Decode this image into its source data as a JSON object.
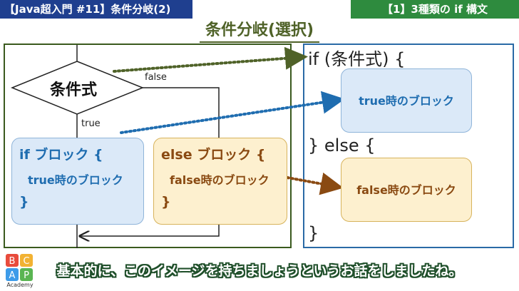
{
  "header": {
    "left_title": "【Java超入門 #11】条件分岐(2)",
    "right_title": "【1】3種類の if 構文"
  },
  "main": {
    "title": "条件分岐(選択)",
    "flowchart": {
      "decision": "条件式",
      "false_label": "false",
      "true_label": "true",
      "if_block": {
        "line1": "if ブロック {",
        "line2": "true時のブロック",
        "line3": "}"
      },
      "else_block": {
        "line1": "else ブロック {",
        "line2": "false時のブロック",
        "line3": "}"
      }
    },
    "code": {
      "if_line": "if (条件式) {",
      "true_block": "true時のブロック",
      "else_line": "} else {",
      "false_block": "false時のブロック",
      "close": "}"
    }
  },
  "subtitle": "基本的に、このイメージを持ちましょうというお話をしましたね。",
  "logo": {
    "text": "Academy",
    "letters": [
      "B",
      "C",
      "A",
      "P"
    ]
  },
  "colors": {
    "header_blue": "#1f3f8f",
    "header_green": "#2e8b3e",
    "true_blue": "#1f6db0",
    "false_brown": "#8a4a12",
    "green_arrow": "#4f6228"
  }
}
